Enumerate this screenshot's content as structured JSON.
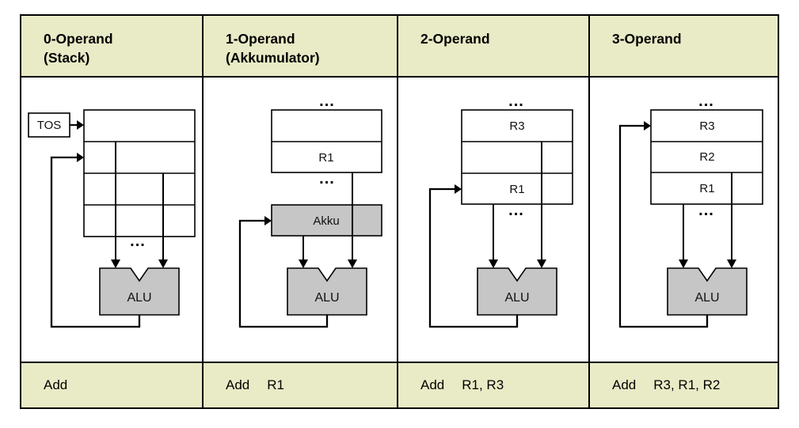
{
  "colors": {
    "header_bg": "#E9EBC6",
    "row_light": "#E9E9E9",
    "row_medium": "#C6C6C6",
    "border": "#000000"
  },
  "columns": [
    {
      "id": "0-operand-stack",
      "header_line1": "0-Operand",
      "header_line2": "(Stack)",
      "tos_label": "TOS",
      "alu_label": "ALU",
      "ellipsis_bottom": "...",
      "mnemonic": "Add",
      "operands": ""
    },
    {
      "id": "1-operand-akkumulator",
      "header_line1": "1-Operand",
      "header_line2": "(Akkumulator)",
      "register_r1": "R1",
      "akku_label": "Akku",
      "alu_label": "ALU",
      "ellipsis_top": "...",
      "ellipsis_mid": "...",
      "mnemonic": "Add",
      "operands": "R1"
    },
    {
      "id": "2-operand",
      "header_line1": "2-Operand",
      "header_line2": "",
      "register_r3": "R3",
      "register_r1": "R1",
      "alu_label": "ALU",
      "ellipsis_top": "...",
      "ellipsis_mid": "...",
      "mnemonic": "Add",
      "operands": "R1, R3"
    },
    {
      "id": "3-operand",
      "header_line1": "3-Operand",
      "header_line2": "",
      "register_r3": "R3",
      "register_r2": "R2",
      "register_r1": "R1",
      "alu_label": "ALU",
      "ellipsis_top": "...",
      "ellipsis_mid": "...",
      "mnemonic": "Add",
      "operands": "R3, R1, R2"
    }
  ]
}
